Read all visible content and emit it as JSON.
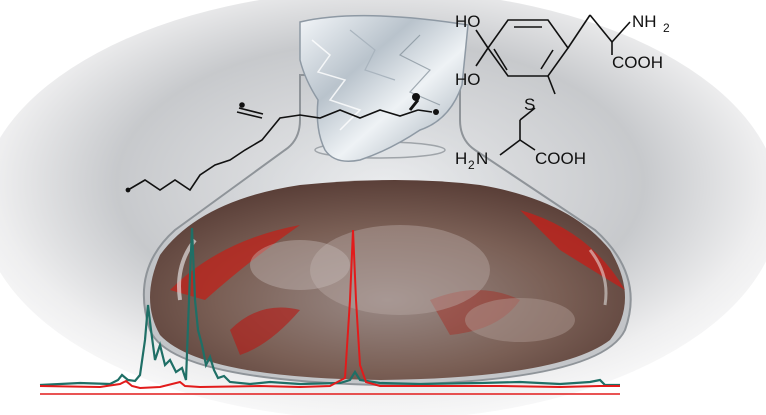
{
  "colors": {
    "background": "#ffffff",
    "vignette": "#b9bcc0",
    "flask_content": "#7a5f55",
    "content_red": "#c0211a",
    "foil": "#d7dde3",
    "trace_teal": "#1f6f66",
    "trace_red": "#e21b1b",
    "structure_ink": "#111111"
  },
  "molecule": {
    "substituents": {
      "ho_upper": "HO",
      "ho_lower": "HO",
      "amine_top": "NH",
      "amine_top_sub": "2",
      "acid_top": "COOH",
      "sulfur": "S",
      "amine_bottom": "H",
      "amine_bottom_sub": "2",
      "amine_bottom_n": "N",
      "acid_bottom": "COOH"
    }
  },
  "icons": {
    "flask": "conical-flask-icon",
    "foil": "foil-cap-icon",
    "chain": "lipid-chain-icon",
    "chromatogram": "chromatogram-trace-icon"
  }
}
